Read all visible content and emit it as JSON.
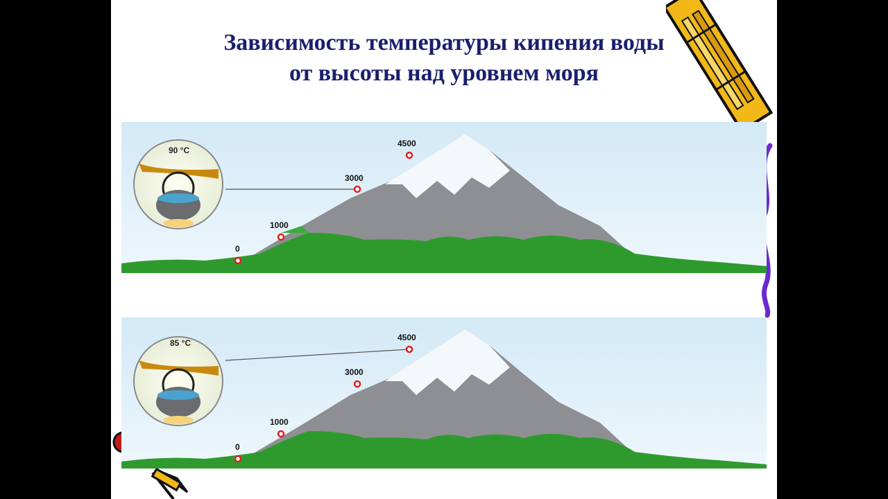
{
  "slide": {
    "title_line1": "Зависимость температуры кипения воды",
    "title_line2": "от высоты над уровнем моря"
  },
  "panels": [
    {
      "temperature": "90 °C",
      "altitudes": [
        "0",
        "1000",
        "3000",
        "4500"
      ],
      "marked_altitude": "3000"
    },
    {
      "temperature": "85 °C",
      "altitudes": [
        "0",
        "1000",
        "3000",
        "4500"
      ],
      "marked_altitude": "4500"
    }
  ],
  "colors": {
    "title": "#1a1f6e",
    "sky_top": "#d9ecf7",
    "sky_bottom": "#eef7fc",
    "mountain": "#8d8f92",
    "snow": "#f4f8fb",
    "grass": "#2e9a2e",
    "marker": "#e02020",
    "pencil": "#f2b818"
  }
}
